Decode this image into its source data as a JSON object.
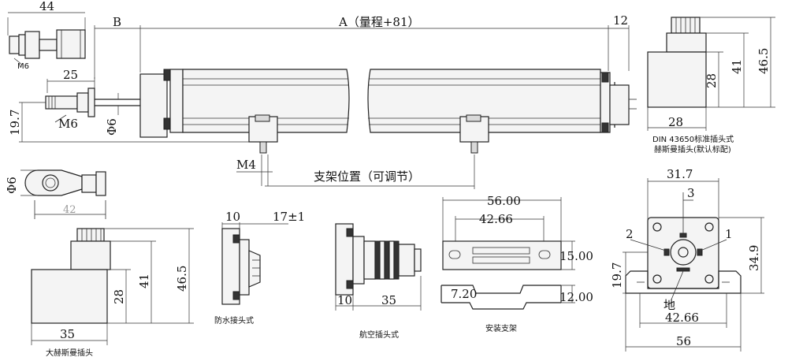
{
  "dims": {
    "d44": "44",
    "b": "B",
    "a_range": "A（量程+81）",
    "d12": "12",
    "m6_top": "M6",
    "d25": "25",
    "d19_7": "19.7",
    "m6": "M6",
    "phi6_rod": "Φ6",
    "m4": "M4",
    "bracket_pos": "支架位置（可调节）",
    "phi6_joint": "Φ6",
    "d42_gray": "42",
    "din_46_5": "46.5",
    "din_41": "41",
    "din_28v": "28",
    "din_28h": "28",
    "big_46_5": "46.5",
    "big_41": "41",
    "big_28": "28",
    "big_35": "35",
    "wp_10": "10",
    "wp_17": "17±1",
    "av_10": "10",
    "av_35": "35",
    "br_56": "56.00",
    "br_42": "42.66",
    "br_15": "15.00",
    "br_7_2": "7.20",
    "br_12": "12.00",
    "pin_31_7": "31.7",
    "pin_34_9": "34.9",
    "pin_19_7": "19.7",
    "pin_42_66": "42.66",
    "pin_56": "56",
    "pin_1": "1",
    "pin_2": "2",
    "pin_3": "3",
    "pin_ground": "地"
  },
  "captions": {
    "din_line1": "DIN 43650标准插头式",
    "din_line2": "赫斯曼插头(默认标配)",
    "big_hirschmann": "大赫斯曼插头",
    "waterproof": "防水接头式",
    "aviation": "航空插头式",
    "bracket": "安装支架"
  }
}
